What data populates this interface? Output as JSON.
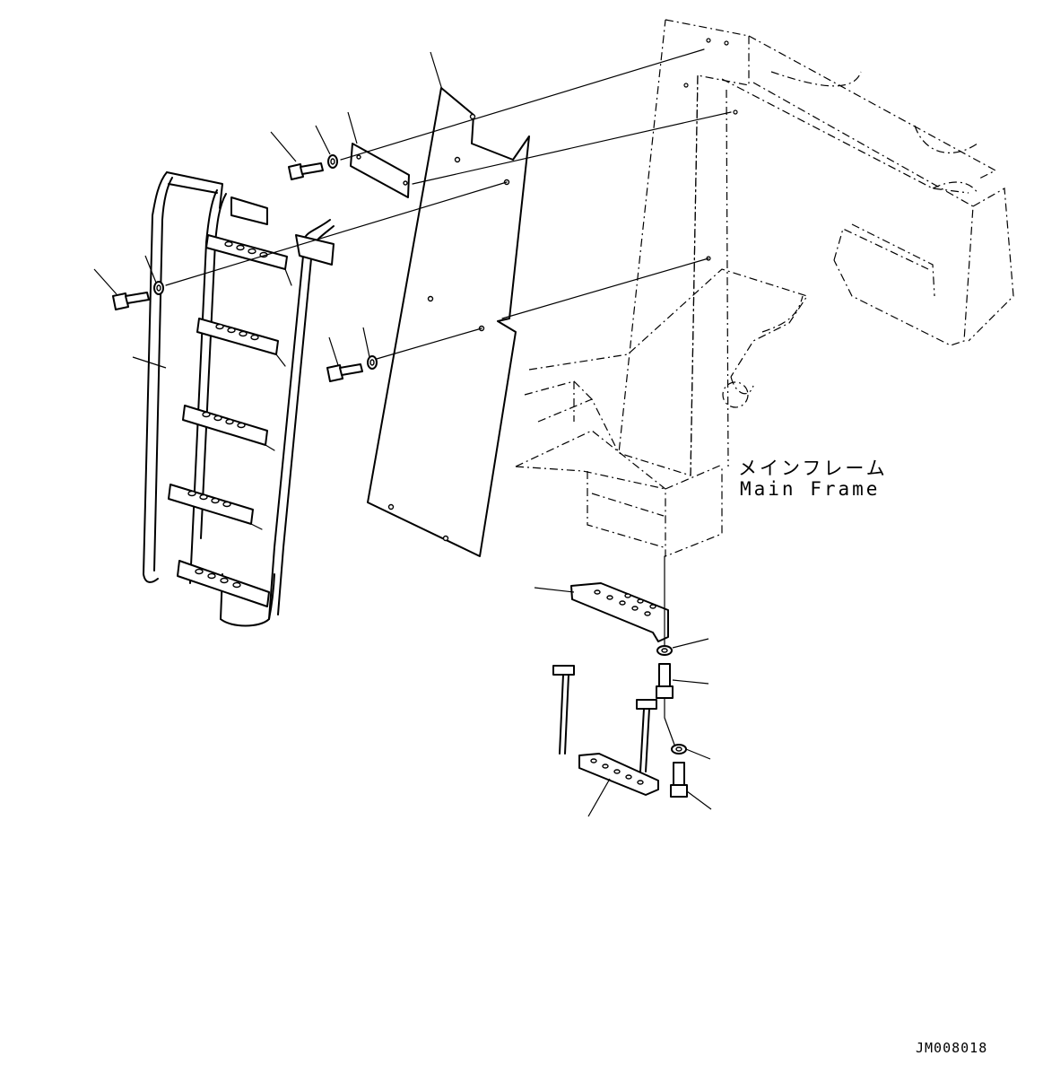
{
  "labels": {
    "main_frame_jp": "メインフレーム",
    "main_frame_en": "Main Frame"
  },
  "figure_code": "JM008018",
  "parts": {
    "ladder": "ladder",
    "cover_plate": "cover-plate",
    "small_plate": "small-plate",
    "step_bracket": "step-bracket",
    "lower_step": "lower-step",
    "bolts": "bolt-icon",
    "washers": "washer-icon"
  }
}
